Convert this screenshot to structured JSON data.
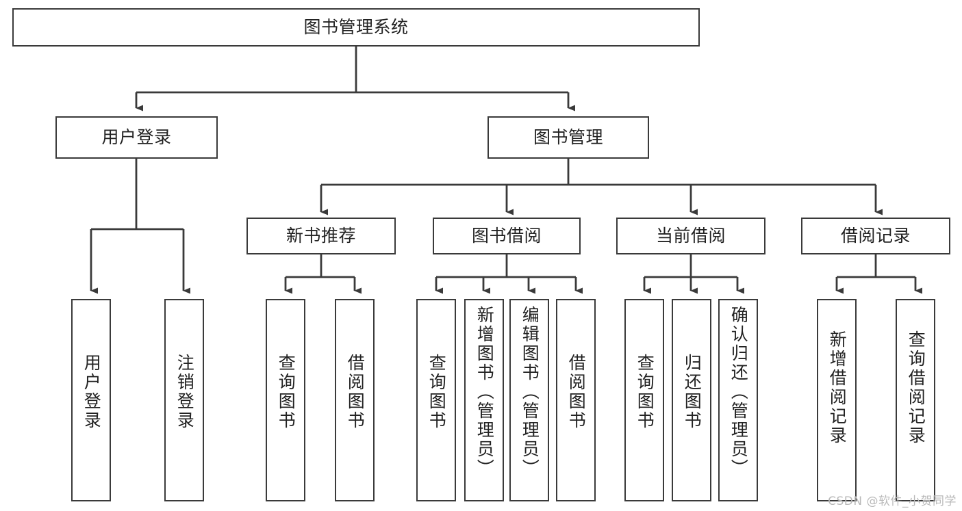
{
  "diagram": {
    "type": "tree-hierarchy",
    "title": "图书管理系统",
    "colors": {
      "box_border": "#3a3a3a",
      "box_fill": "#ffffff",
      "connector": "#3a3a3a",
      "text": "#222222",
      "watermark": "#b9b9b9",
      "background": "#ffffff"
    },
    "watermark": "CSDN @软件_小贺同学",
    "nodes": {
      "root": {
        "label": "图书管理系统"
      },
      "level2": [
        {
          "label": "用户登录"
        },
        {
          "label": "图书管理"
        }
      ],
      "level3": [
        {
          "label": "新书推荐"
        },
        {
          "label": "图书借阅"
        },
        {
          "label": "当前借阅"
        },
        {
          "label": "借阅记录"
        }
      ],
      "leaves_user_login": [
        {
          "label": "用户登录"
        },
        {
          "label": "注销登录"
        }
      ],
      "leaves_new_book": [
        {
          "label": "查询图书"
        },
        {
          "label": "借阅图书"
        }
      ],
      "leaves_borrow": [
        {
          "label": "查询图书"
        },
        {
          "label": "新增图书（管理员）"
        },
        {
          "label": "编辑图书（管理员）"
        },
        {
          "label": "借阅图书"
        }
      ],
      "leaves_current": [
        {
          "label": "查询图书"
        },
        {
          "label": "归还图书"
        },
        {
          "label": "确认归还（管理员）"
        }
      ],
      "leaves_record": [
        {
          "label": "新增借阅记录"
        },
        {
          "label": "查询借阅记录"
        }
      ]
    }
  }
}
